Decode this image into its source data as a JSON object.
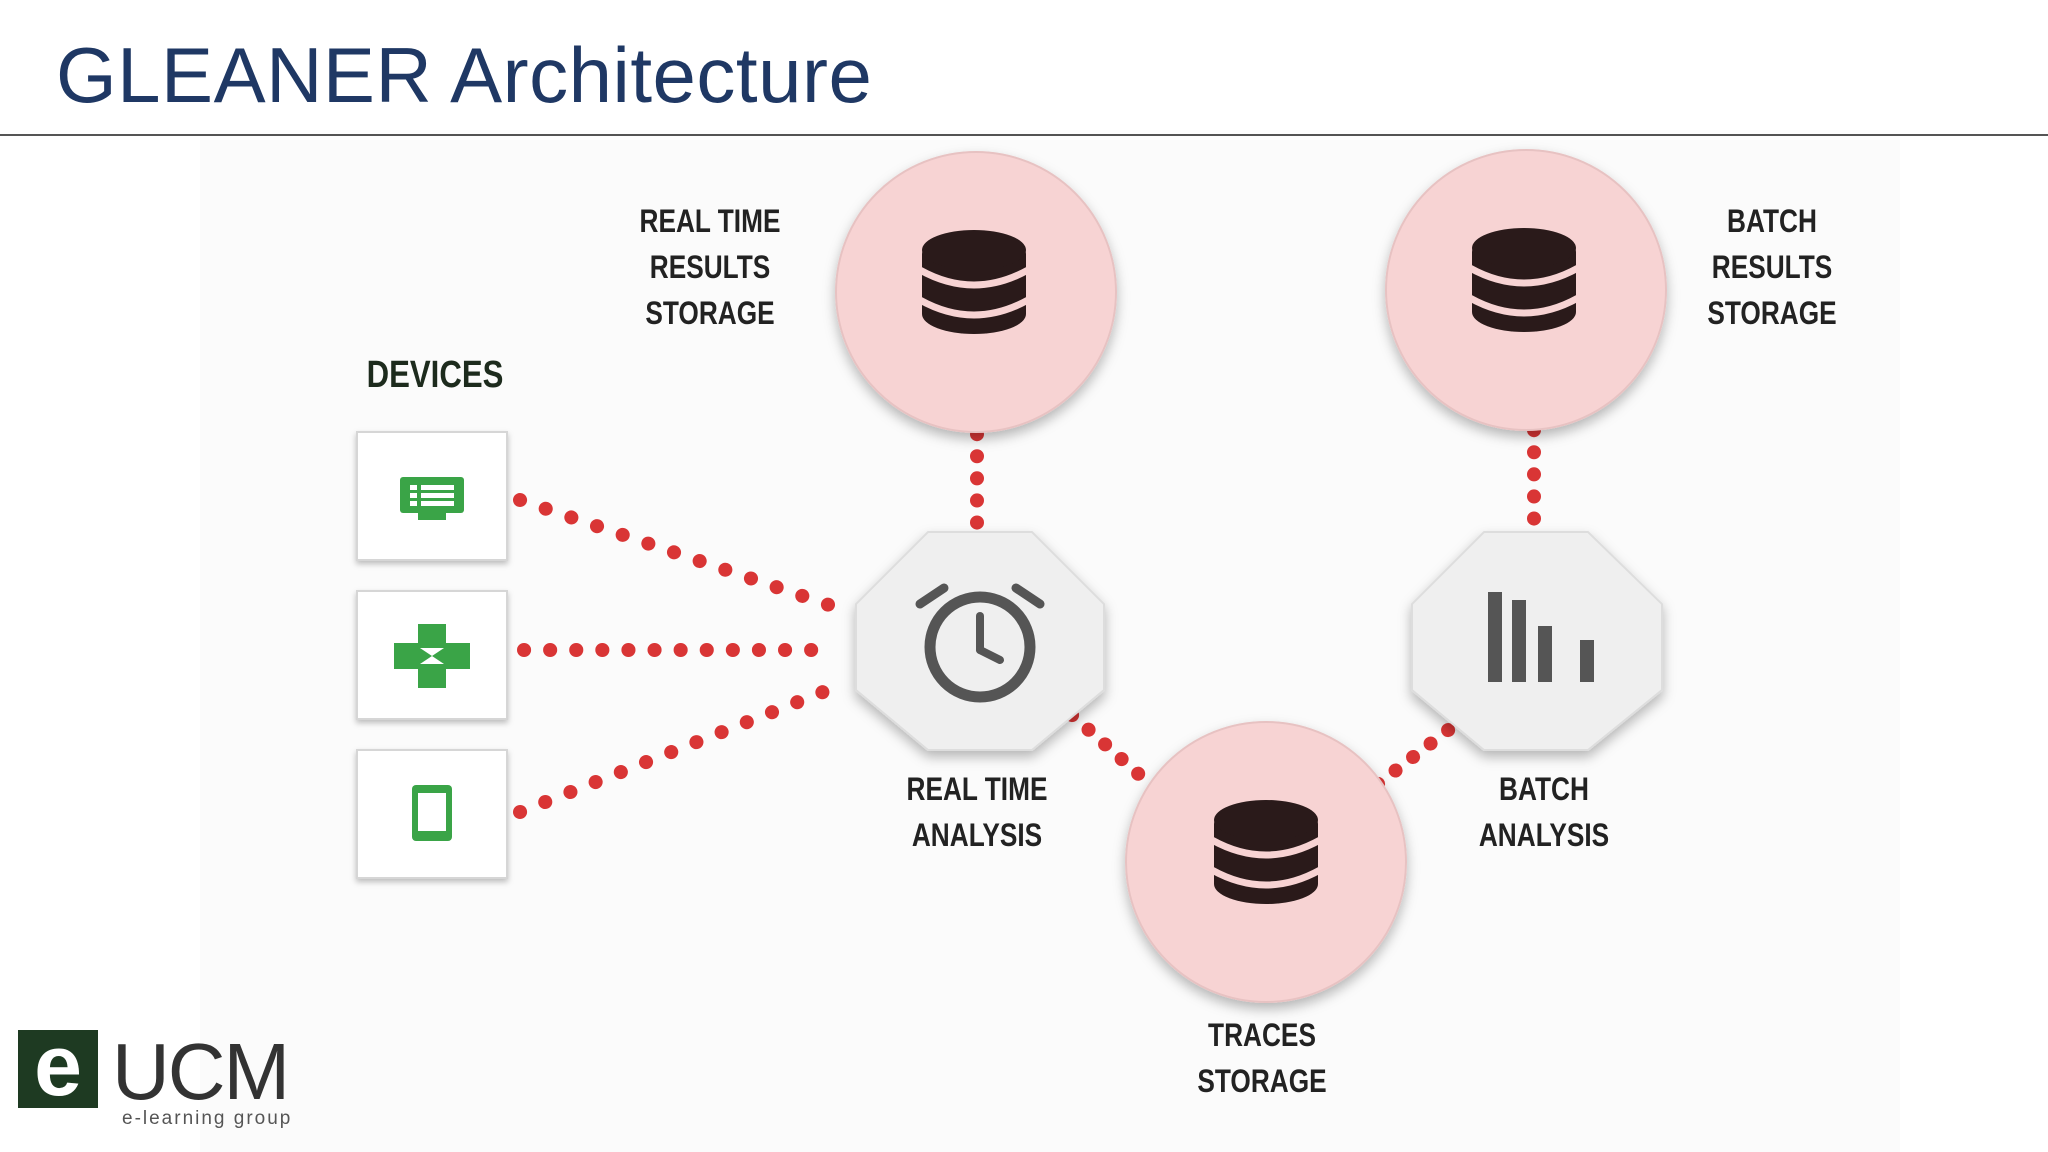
{
  "title": "GLEANER Architecture",
  "labels": {
    "devices": "DEVICES",
    "realtime_results": "REAL TIME\nRESULTS\nSTORAGE",
    "batch_results": "BATCH\nRESULTS\nSTORAGE",
    "realtime_analysis": "REAL TIME\nANALYSIS",
    "batch_analysis": "BATCH\nANALYSIS",
    "traces_storage": "TRACES\nSTORAGE"
  },
  "logo": {
    "mark": "e",
    "text": "UCM",
    "subtitle": "e-learning group"
  },
  "icons": {
    "device_1": "monitor-icon",
    "device_2": "gamepad-icon",
    "device_3": "tablet-icon",
    "storage": "database-icon",
    "realtime": "alarm-clock-icon",
    "batch": "bar-chart-icon"
  },
  "colors": {
    "title": "#1f3864",
    "circle_fill": "#f7d3d3",
    "dots": "#d93535",
    "device_icon": "#3aa447",
    "octagon_fill": "#efefef",
    "db_icon": "#2a1a1a",
    "analysis_icon": "#555555"
  }
}
